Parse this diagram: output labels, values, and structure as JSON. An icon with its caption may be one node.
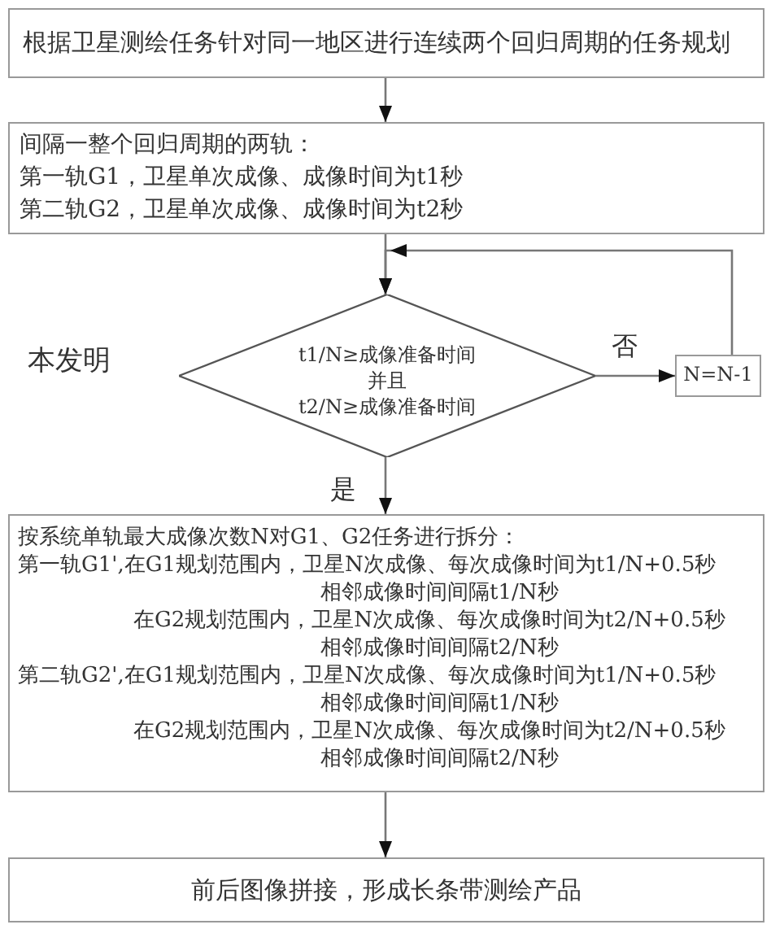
{
  "diagram": {
    "nodes": [
      {
        "text": [
          "根据卫星测绘任务针对同一地区进行连续两个回归周期的任务规划"
        ]
      },
      {
        "text": [
          "间隔一整个回归周期的两轨：",
          "第一轨G1，卫星单次成像、成像时间为t1秒",
          "第二轨G2，卫星单次成像、成像时间为t2秒"
        ]
      },
      {
        "text": [
          "t1/N≥成像准备时间",
          "并且",
          "t2/N≥成像准备时间"
        ]
      },
      {
        "text": [
          "N=N-1"
        ]
      },
      {
        "text": [
          "按系统单轨最大成像次数N对G1、G2任务进行拆分：",
          "第一轨G1',在G1规划范围内，卫星N次成像、每次成像时间为t1/N+0.5秒",
          "相邻成像时间间隔t1/N秒",
          "在G2规划范围内，卫星N次成像、每次成像时间为t2/N+0.5秒",
          "相邻成像时间间隔t2/N秒",
          "第二轨G2',在G1规划范围内，卫星N次成像、每次成像时间为t1/N+0.5秒",
          "相邻成像时间间隔t1/N秒",
          "在G2规划范围内，卫星N次成像、每次成像时间为t2/N+0.5秒",
          "相邻成像时间间隔t2/N秒"
        ]
      },
      {
        "text": [
          "前后图像拼接，形成长条带测绘产品"
        ]
      }
    ],
    "edges": [
      {
        "from": 0,
        "to": 1,
        "arrow": "to"
      },
      {
        "from": 1,
        "to": 2,
        "arrow": "to"
      },
      {
        "from": 2,
        "to": 3,
        "arrow": "to",
        "label": "否"
      },
      {
        "from": 3,
        "to": 2,
        "arrow": "to"
      },
      {
        "from": 2,
        "to": 4,
        "arrow": "to",
        "label": "是"
      },
      {
        "from": 4,
        "to": 5,
        "arrow": "to"
      }
    ],
    "labels": [
      "本发明"
    ]
  }
}
